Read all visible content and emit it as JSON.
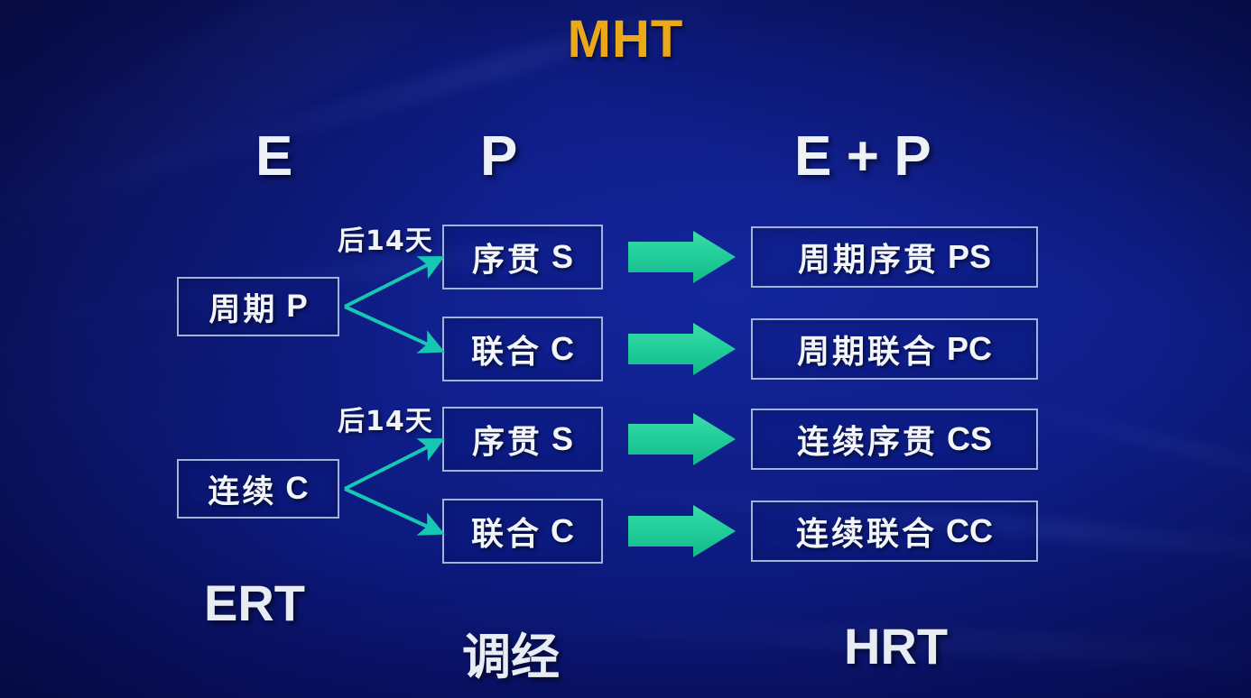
{
  "title": "MHT",
  "column_headers": {
    "left": "E",
    "middle": "P",
    "right": "E + P"
  },
  "footer_labels": {
    "left": "ERT",
    "middle": "调经",
    "right": "HRT"
  },
  "annotations": {
    "after_14_days_top": "后14天",
    "after_14_days_bottom": "后14天"
  },
  "left_column": [
    {
      "cjk": "周期",
      "latin": "P"
    },
    {
      "cjk": "连续",
      "latin": "C"
    }
  ],
  "middle_column": [
    {
      "cjk": "序贯",
      "latin": "S"
    },
    {
      "cjk": "联合",
      "latin": "C"
    },
    {
      "cjk": "序贯",
      "latin": "S"
    },
    {
      "cjk": "联合",
      "latin": "C"
    }
  ],
  "right_column": [
    {
      "cjk": "周期序贯",
      "latin": "PS"
    },
    {
      "cjk": "周期联合",
      "latin": "PC"
    },
    {
      "cjk": "连续序贯",
      "latin": "CS"
    },
    {
      "cjk": "连续联合",
      "latin": "CC"
    }
  ],
  "colors": {
    "title": "#eba818",
    "text": "#f2f5fa",
    "box_border": "#9fb4d8",
    "arrow_fill": "#23cf9c",
    "branch_line": "#16c7b4",
    "background_blue": "#0d1b80"
  },
  "icons": {
    "block_arrow": "block-right-arrow",
    "branch_arrow": "branch-arrow"
  }
}
